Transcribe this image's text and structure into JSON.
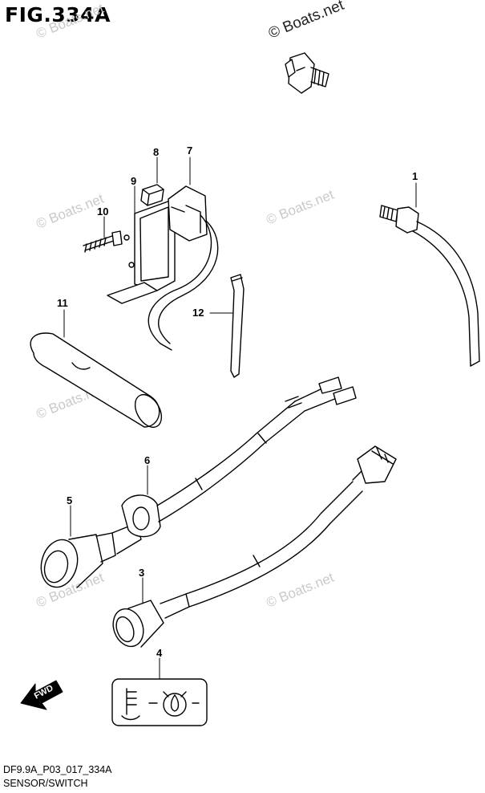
{
  "header": {
    "figure_title": "FIG.334A"
  },
  "watermark": {
    "text": "© Boats.net"
  },
  "parts": [
    {
      "ref": "1"
    },
    {
      "ref": "3"
    },
    {
      "ref": "4"
    },
    {
      "ref": "5"
    },
    {
      "ref": "6"
    },
    {
      "ref": "7"
    },
    {
      "ref": "8"
    },
    {
      "ref": "9"
    },
    {
      "ref": "10"
    },
    {
      "ref": "11"
    },
    {
      "ref": "12"
    }
  ],
  "direction_arrow": {
    "label": "FWD"
  },
  "footer": {
    "diagram_code": "DF9.9A_P03_017_334A",
    "section_name": "SENSOR/SWITCH"
  }
}
